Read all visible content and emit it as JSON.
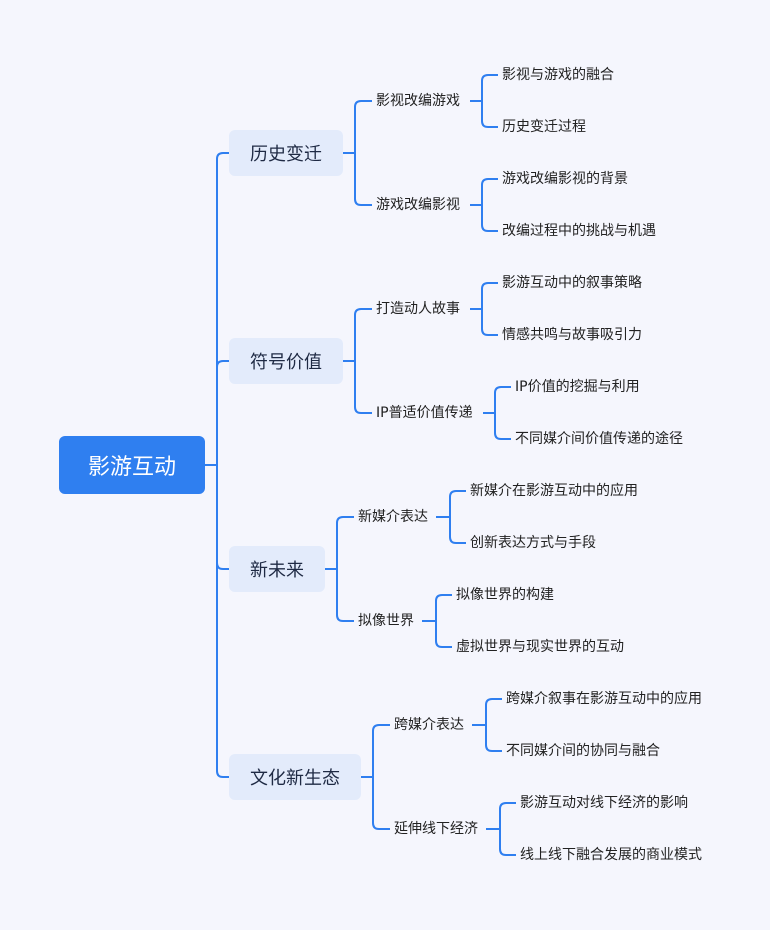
{
  "root": {
    "label": "影游互动"
  },
  "branches": [
    {
      "label": "历史变迁",
      "children": [
        {
          "label": "影视改编游戏",
          "leaves": [
            "影视与游戏的融合",
            "历史变迁过程"
          ]
        },
        {
          "label": "游戏改编影视",
          "leaves": [
            "游戏改编影视的背景",
            "改编过程中的挑战与机遇"
          ]
        }
      ]
    },
    {
      "label": "符号价值",
      "children": [
        {
          "label": "打造动人故事",
          "leaves": [
            "影游互动中的叙事策略",
            "情感共鸣与故事吸引力"
          ]
        },
        {
          "label": "IP普适价值传递",
          "leaves": [
            "IP价值的挖掘与利用",
            "不同媒介间价值传递的途径"
          ]
        }
      ]
    },
    {
      "label": "新未来",
      "children": [
        {
          "label": "新媒介表达",
          "leaves": [
            "新媒介在影游互动中的应用",
            "创新表达方式与手段"
          ]
        },
        {
          "label": "拟像世界",
          "leaves": [
            "拟像世界的构建",
            "虚拟世界与现实世界的互动"
          ]
        }
      ]
    },
    {
      "label": "文化新生态",
      "children": [
        {
          "label": "跨媒介表达",
          "leaves": [
            "跨媒介叙事在影游互动中的应用",
            "不同媒介间的协同与融合"
          ]
        },
        {
          "label": "延伸线下经济",
          "leaves": [
            "影游互动对线下经济的影响",
            "线上线下融合发展的商业模式"
          ]
        }
      ]
    }
  ],
  "colors": {
    "accent": "#2f7ff0",
    "branch_bg": "#e3ebfb",
    "line": "#2f7ff0",
    "background": "#f5f6fd"
  }
}
